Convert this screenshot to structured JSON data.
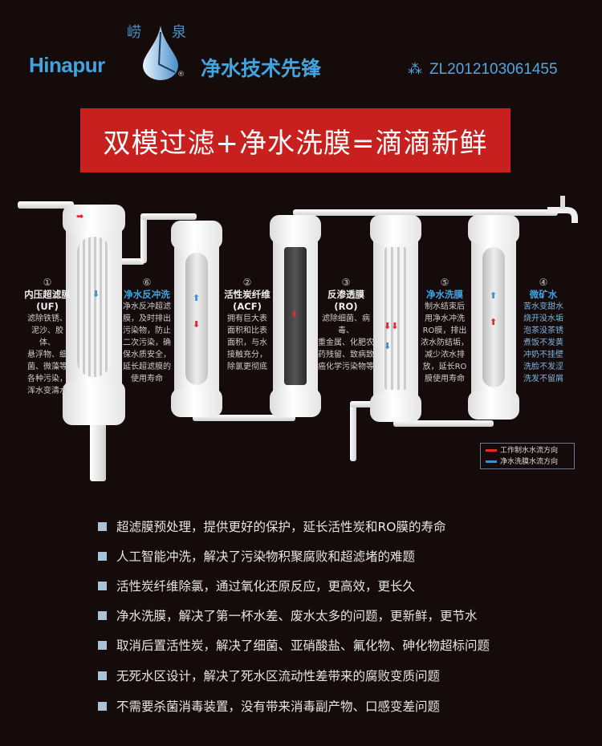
{
  "header": {
    "brand": "Hinapur",
    "logo_cn_left": "崂",
    "logo_cn_right": "泉",
    "registered": "®",
    "slogan": "净水技术先锋",
    "patent": "ZL2012103061455"
  },
  "banner": {
    "title": "双模过滤+净水洗膜=滴滴新鲜"
  },
  "filters": [
    {
      "num": "①",
      "title": "内压超滤膜",
      "sub": "(UF)",
      "lines": [
        "滤除铁锈、",
        "泥沙、胶体、",
        "悬浮物、细",
        "菌、微藻等",
        "各种污染，",
        "浑水变清水"
      ]
    },
    {
      "num": "⑥",
      "title": "净水反冲洗",
      "sub": "",
      "lines": [
        "净水反冲超滤",
        "膜，及时排出",
        "污染物，防止",
        "二次污染，确",
        "保水质安全，",
        "延长超滤膜的",
        "使用寿命"
      ]
    },
    {
      "num": "②",
      "title": "活性炭纤维",
      "sub": "(ACF)",
      "lines": [
        "拥有巨大表",
        "面积和比表",
        "面积，与水",
        "接触充分，",
        "除氯更彻底"
      ]
    },
    {
      "num": "③",
      "title": "反渗透膜",
      "sub": "(RO)",
      "lines": [
        "滤除细菌、病毒、",
        "重金属、化肥农",
        "药残留、致病致",
        "癌化学污染物等"
      ]
    },
    {
      "num": "⑤",
      "title": "净水洗膜",
      "sub": "",
      "lines": [
        "制水结束后",
        "用净水冲洗",
        "RO膜，排出",
        "浓水防结垢，",
        "减少浓水排",
        "放，延长RO",
        "膜使用寿命"
      ]
    },
    {
      "num": "④",
      "title": "微矿水",
      "sub": "",
      "lines": [
        "苦水变甜水",
        "烧开没水垢",
        "泡茶没茶锈",
        "煮饭不发黄",
        "冲奶不挂壁",
        "洗脸不发涩",
        "洗发不留屑"
      ]
    }
  ],
  "legend": {
    "red": "工作制水水流方向",
    "blue": "净水洗膜水流方向",
    "red_color": "#e8282a",
    "blue_color": "#3f8fd8"
  },
  "features": [
    "超滤膜预处理，提供更好的保护，延长活性炭和RO膜的寿命",
    "人工智能冲洗，解决了污染物积聚腐败和超滤堵的难题",
    "活性炭纤维除氯，通过氧化还原反应，更高效，更长久",
    "净水洗膜，解决了第一杯水差、废水太多的问题，更新鲜，更节水",
    "取消后置活性炭，解决了细菌、亚硝酸盐、氟化物、砷化物超标问题",
    "无死水区设计，解决了死水区流动性差带来的腐败变质问题",
    "不需要杀菌消毒装置，没有带来消毒副产物、口感变差问题"
  ]
}
